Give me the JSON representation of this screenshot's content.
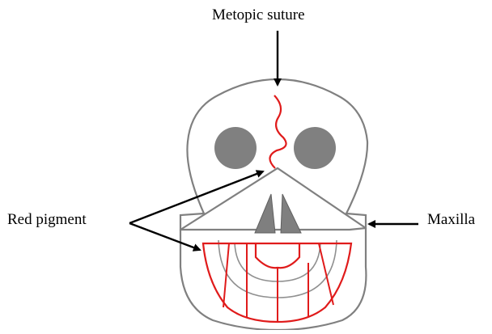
{
  "labels": {
    "metopic_suture": "Metopic suture",
    "red_pigment": "Red pigment",
    "maxilla": "Maxilla"
  },
  "colors": {
    "outline": "#808080",
    "eye_fill": "#808080",
    "nasal_fill": "#7f7f7f",
    "pigment": "#e01b1b",
    "arrow": "#000000"
  }
}
